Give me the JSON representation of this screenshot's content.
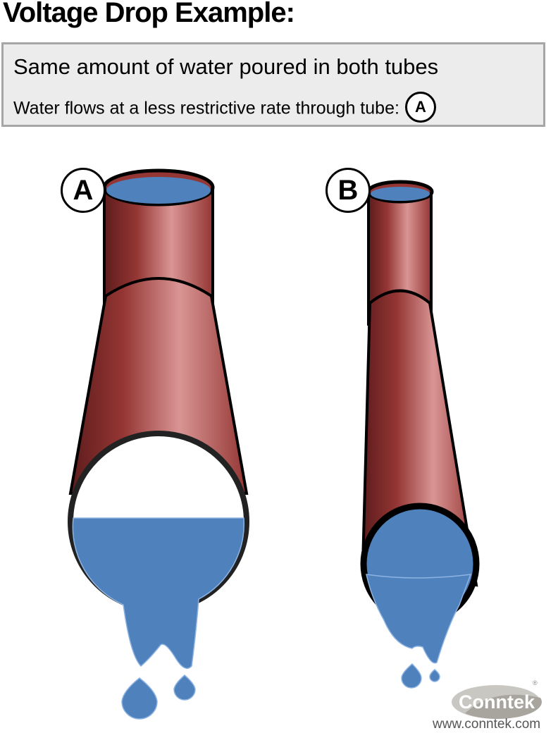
{
  "title": "Voltage Drop Example:",
  "info": {
    "line1": "Same amount of water poured in both tubes",
    "line2": "Water flows at a less restrictive rate through tube:",
    "answer": "A"
  },
  "tubes": [
    {
      "label": "A",
      "description": "wider tube, water flows freely"
    },
    {
      "label": "B",
      "description": "narrower tube, water restricted"
    }
  ],
  "colors": {
    "tube_dark": "#6e2222",
    "tube_mid": "#943634",
    "tube_highlight": "#d99594",
    "water": "#4f81bd",
    "water_edge": "#8db3e2",
    "box_bg": "#ececec",
    "box_border": "#a6a6a6"
  },
  "brand": {
    "name": "Conntek",
    "registered": "®",
    "url": "www.conntek.com"
  }
}
